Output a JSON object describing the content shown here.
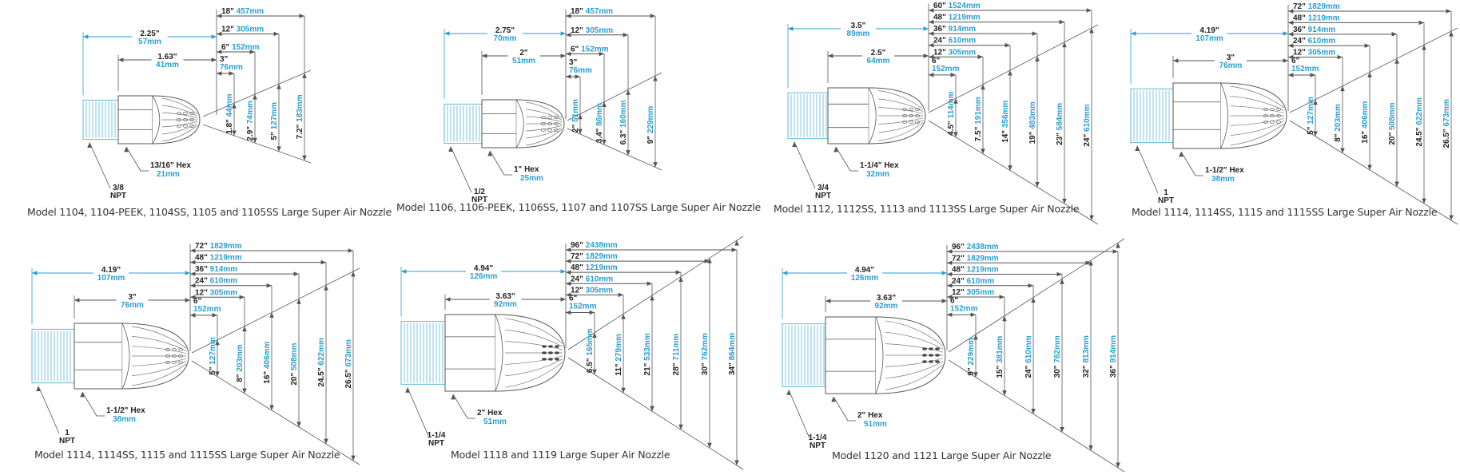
{
  "colors": {
    "inch_text": "#222222",
    "metric_text": "#2a9fd0",
    "dimension_line": "#444444",
    "overall_dim_line": "#2a9fd0",
    "thread": "#5fb8d8",
    "caption": "#333333"
  },
  "figures": [
    {
      "caption": "Model 1104, 1104-PEEK, 1104SS, 1105 and 1105SS Large Super Air Nozzle",
      "overall_length": {
        "in": "2.25\"",
        "mm": "57mm"
      },
      "body_length": {
        "in": "1.63\"",
        "mm": "41mm"
      },
      "hex": {
        "in": "13/16\" Hex",
        "mm": "21mm"
      },
      "thread": {
        "size": "3/8",
        "type": "NPT"
      },
      "distances": [
        {
          "in": "3\"",
          "mm": "76mm"
        },
        {
          "in": "6\"",
          "mm": "152mm"
        },
        {
          "in": "12\"",
          "mm": "305mm"
        },
        {
          "in": "18\"",
          "mm": "457mm"
        }
      ],
      "widths": [
        {
          "in": "1.8\"",
          "mm": "44mm"
        },
        {
          "in": "2.9\"",
          "mm": "74mm"
        },
        {
          "in": "5\"",
          "mm": "127mm"
        },
        {
          "in": "7.2\"",
          "mm": "183mm"
        }
      ]
    },
    {
      "caption": "Model 1106, 1106-PEEK, 1106SS, 1107 and 1107SS Large Super Air Nozzle",
      "overall_length": {
        "in": "2.75\"",
        "mm": "70mm"
      },
      "body_length": {
        "in": "2\"",
        "mm": "51mm"
      },
      "hex": {
        "in": "1\" Hex",
        "mm": "25mm"
      },
      "thread": {
        "size": "1/2",
        "type": "NPT"
      },
      "distances": [
        {
          "in": "3\"",
          "mm": "76mm"
        },
        {
          "in": "6\"",
          "mm": "152mm"
        },
        {
          "in": "12\"",
          "mm": "305mm"
        },
        {
          "in": "18\"",
          "mm": "457mm"
        }
      ],
      "widths": [
        {
          "in": "2\"",
          "mm": "51mm"
        },
        {
          "in": "3.4\"",
          "mm": "86mm"
        },
        {
          "in": "6.3\"",
          "mm": "160mm"
        },
        {
          "in": "9\"",
          "mm": "229mm"
        }
      ]
    },
    {
      "caption": "Model 1112, 1112SS, 1113 and 1113SS Large Super Air Nozzle",
      "overall_length": {
        "in": "3.5\"",
        "mm": "89mm"
      },
      "body_length": {
        "in": "2.5\"",
        "mm": "64mm"
      },
      "hex": {
        "in": "1-1/4\" Hex",
        "mm": "32mm"
      },
      "thread": {
        "size": "3/4",
        "type": "NPT"
      },
      "distances": [
        {
          "in": "6\"",
          "mm": "152mm"
        },
        {
          "in": "12\"",
          "mm": "305mm"
        },
        {
          "in": "24\"",
          "mm": "610mm"
        },
        {
          "in": "36\"",
          "mm": "914mm"
        },
        {
          "in": "48\"",
          "mm": "1219mm"
        },
        {
          "in": "60\"",
          "mm": "1524mm"
        }
      ],
      "widths": [
        {
          "in": "4.5\"",
          "mm": "114mm"
        },
        {
          "in": "7.5\"",
          "mm": "191mm"
        },
        {
          "in": "14\"",
          "mm": "356mm"
        },
        {
          "in": "19\"",
          "mm": "483mm"
        },
        {
          "in": "23\"",
          "mm": "584mm"
        },
        {
          "in": "24\"",
          "mm": "610mm"
        }
      ]
    },
    {
      "caption": "Model 1114, 1114SS, 1115 and 1115SS Large Super Air Nozzle",
      "overall_length": {
        "in": "4.19\"",
        "mm": "107mm"
      },
      "body_length": {
        "in": "3\"",
        "mm": "76mm"
      },
      "hex": {
        "in": "1-1/2\" Hex",
        "mm": "38mm"
      },
      "thread": {
        "size": "1",
        "type": "NPT"
      },
      "distances": [
        {
          "in": "6\"",
          "mm": "152mm"
        },
        {
          "in": "12\"",
          "mm": "305mm"
        },
        {
          "in": "24\"",
          "mm": "610mm"
        },
        {
          "in": "36\"",
          "mm": "914mm"
        },
        {
          "in": "48\"",
          "mm": "1219mm"
        },
        {
          "in": "72\"",
          "mm": "1829mm"
        }
      ],
      "widths": [
        {
          "in": "5\"",
          "mm": "127mm"
        },
        {
          "in": "8\"",
          "mm": "203mm"
        },
        {
          "in": "16\"",
          "mm": "406mm"
        },
        {
          "in": "20\"",
          "mm": "508mm"
        },
        {
          "in": "24.5\"",
          "mm": "622mm"
        },
        {
          "in": "26.5\"",
          "mm": "673mm"
        }
      ]
    },
    {
      "caption": "Model 1114, 1114SS, 1115 and 1115SS Large Super Air Nozzle",
      "overall_length": {
        "in": "4.19\"",
        "mm": "107mm"
      },
      "body_length": {
        "in": "3\"",
        "mm": "76mm"
      },
      "hex": {
        "in": "1-1/2\" Hex",
        "mm": "38mm"
      },
      "thread": {
        "size": "1",
        "type": "NPT"
      },
      "distances": [
        {
          "in": "6\"",
          "mm": "152mm"
        },
        {
          "in": "12\"",
          "mm": "305mm"
        },
        {
          "in": "24\"",
          "mm": "610mm"
        },
        {
          "in": "36\"",
          "mm": "914mm"
        },
        {
          "in": "48\"",
          "mm": "1219mm"
        },
        {
          "in": "72\"",
          "mm": "1829mm"
        }
      ],
      "widths": [
        {
          "in": "5\"",
          "mm": "127mm"
        },
        {
          "in": "8\"",
          "mm": "203mm"
        },
        {
          "in": "16\"",
          "mm": "406mm"
        },
        {
          "in": "20\"",
          "mm": "508mm"
        },
        {
          "in": "24.5\"",
          "mm": "622mm"
        },
        {
          "in": "26.5\"",
          "mm": "673mm"
        }
      ]
    },
    {
      "caption": "Model 1118 and 1119 Large Super Air Nozzle",
      "overall_length": {
        "in": "4.94\"",
        "mm": "126mm"
      },
      "body_length": {
        "in": "3.63\"",
        "mm": "92mm"
      },
      "hex": {
        "in": "2\" Hex",
        "mm": "51mm"
      },
      "thread": {
        "size": "1-1/4",
        "type": "NPT"
      },
      "distances": [
        {
          "in": "6\"",
          "mm": "152mm"
        },
        {
          "in": "12\"",
          "mm": "305mm"
        },
        {
          "in": "24\"",
          "mm": "610mm"
        },
        {
          "in": "48\"",
          "mm": "1219mm"
        },
        {
          "in": "72\"",
          "mm": "1829mm"
        },
        {
          "in": "96\"",
          "mm": "2438mm"
        }
      ],
      "widths": [
        {
          "in": "6.5\"",
          "mm": "165mm"
        },
        {
          "in": "11\"",
          "mm": "279mm"
        },
        {
          "in": "21\"",
          "mm": "533mm"
        },
        {
          "in": "28\"",
          "mm": "711mm"
        },
        {
          "in": "30\"",
          "mm": "762mm"
        },
        {
          "in": "34\"",
          "mm": "864mm"
        }
      ]
    },
    {
      "caption": "Model 1120 and 1121 Large Super Air Nozzle",
      "overall_length": {
        "in": "4.94\"",
        "mm": "126mm"
      },
      "body_length": {
        "in": "3.63\"",
        "mm": "92mm"
      },
      "hex": {
        "in": "2\" Hex",
        "mm": "51mm"
      },
      "thread": {
        "size": "1-1/4",
        "type": "NPT"
      },
      "distances": [
        {
          "in": "6\"",
          "mm": "152mm"
        },
        {
          "in": "12\"",
          "mm": "305mm"
        },
        {
          "in": "24\"",
          "mm": "610mm"
        },
        {
          "in": "48\"",
          "mm": "1219mm"
        },
        {
          "in": "72\"",
          "mm": "1829mm"
        },
        {
          "in": "96\"",
          "mm": "2438mm"
        }
      ],
      "widths": [
        {
          "in": "9\"",
          "mm": "229mm"
        },
        {
          "in": "15\"",
          "mm": "381mm"
        },
        {
          "in": "24\"",
          "mm": "610mm"
        },
        {
          "in": "30\"",
          "mm": "762mm"
        },
        {
          "in": "32\"",
          "mm": "813mm"
        },
        {
          "in": "36\"",
          "mm": "914mm"
        }
      ]
    }
  ]
}
